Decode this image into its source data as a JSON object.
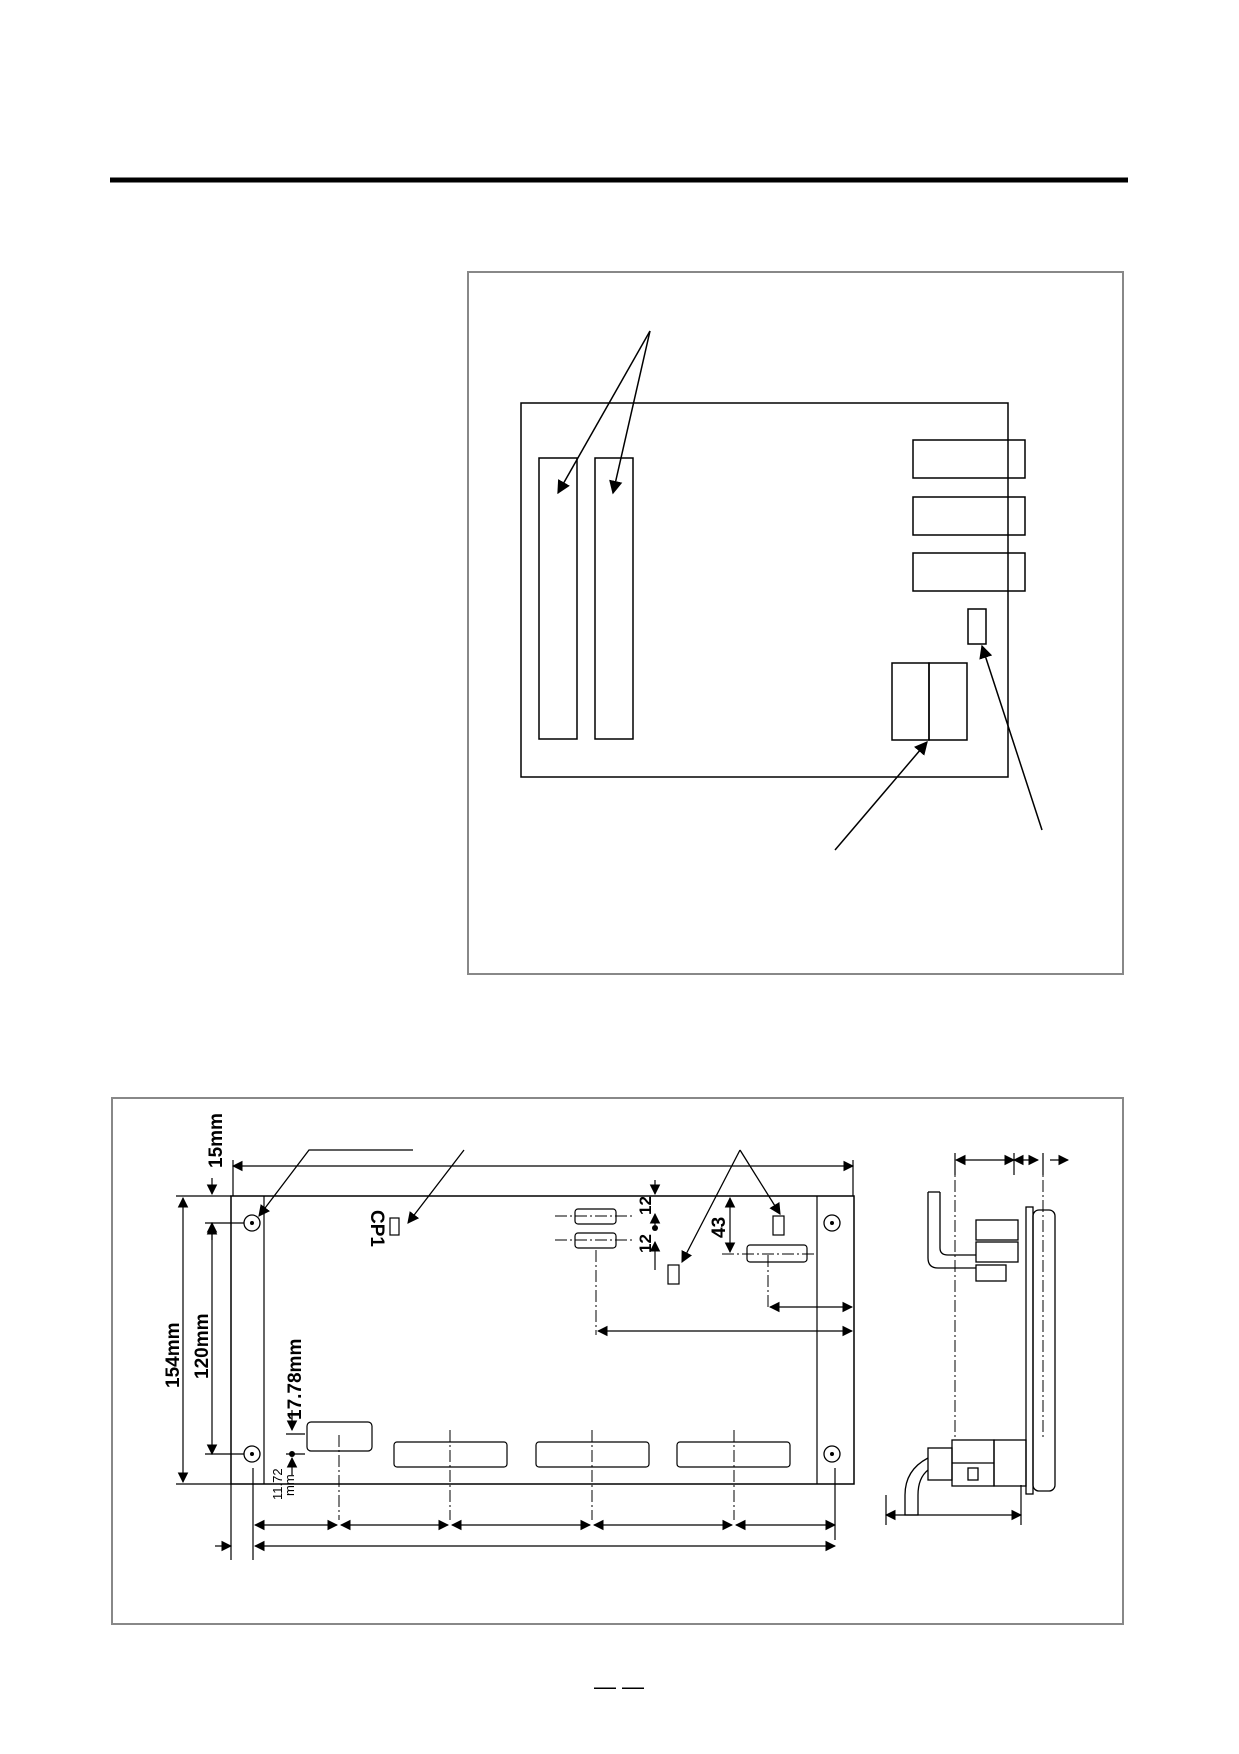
{
  "figure2": {
    "labels": {
      "cp1": "CP1",
      "dim_15mm": "15mm",
      "dim_154mm": "154mm",
      "dim_120mm": "120mm",
      "dim_17_78mm": "17.78mm",
      "dim_11_72": "11.72",
      "dim_11_72_unit": "mm",
      "dim_43": "43",
      "dim_12_a": "12",
      "dim_12_b": "12"
    }
  },
  "footer": {
    "page_marker": "— —"
  }
}
